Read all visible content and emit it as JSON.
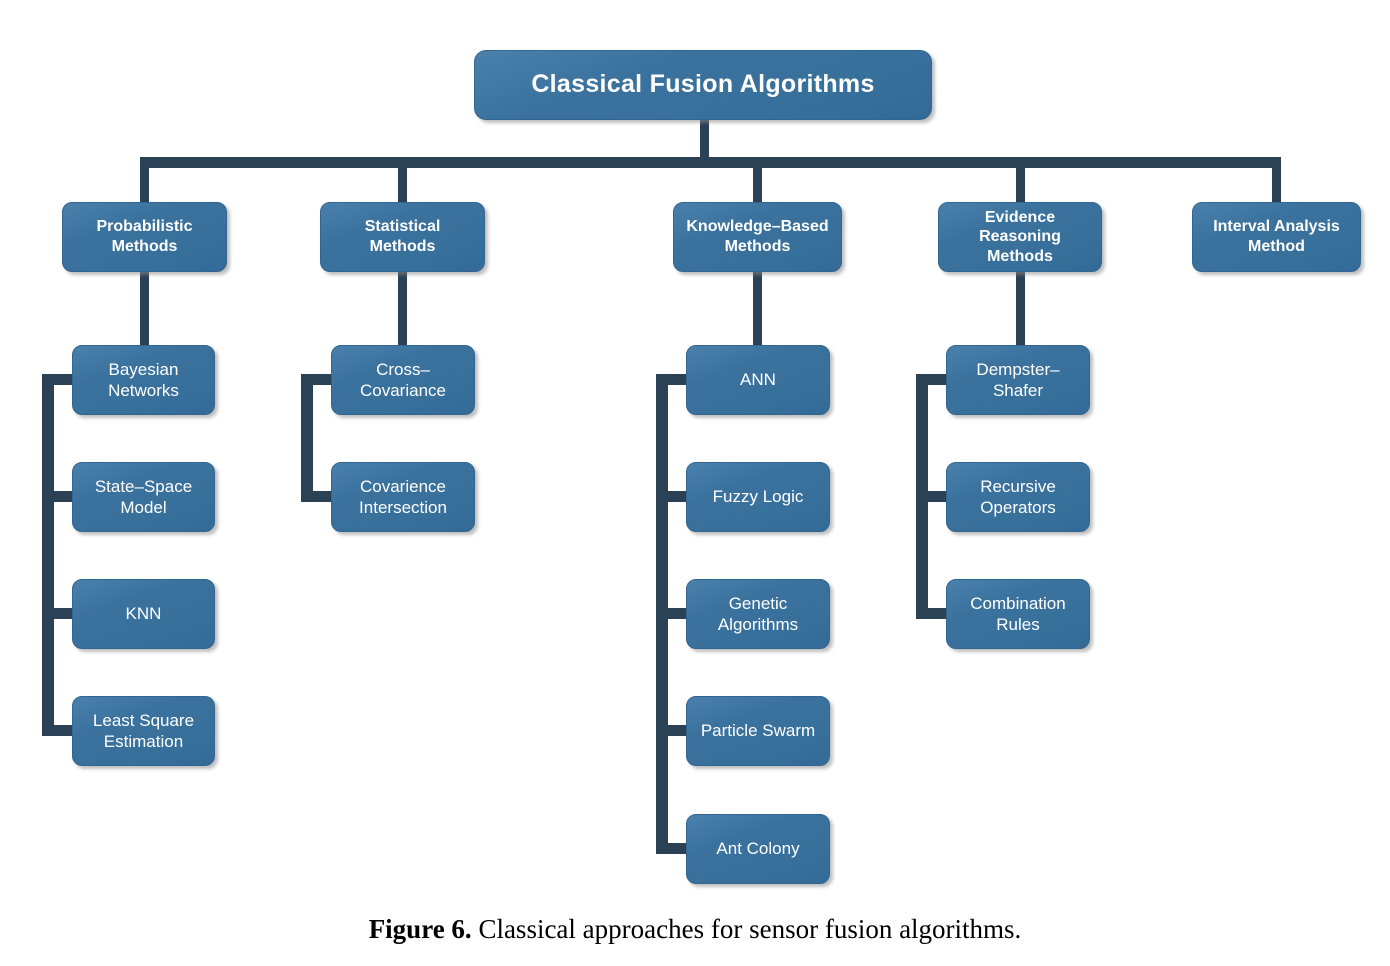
{
  "diagram": {
    "root": {
      "label": "Classical Fusion Algorithms"
    },
    "branches": [
      {
        "label": "Probabilistic\nMethods",
        "children": [
          "Bayesian\nNetworks",
          "State–Space\nModel",
          "KNN",
          "Least Square\nEstimation"
        ]
      },
      {
        "label": "Statistical\nMethods",
        "children": [
          "Cross–\nCovariance",
          "Covarience\nIntersection"
        ]
      },
      {
        "label": "Knowledge–Based\nMethods",
        "children": [
          "ANN",
          "Fuzzy Logic",
          "Genetic\nAlgorithms",
          "Particle Swarm",
          "Ant Colony"
        ]
      },
      {
        "label": "Evidence\nReasoning\nMethods",
        "children": [
          "Dempster–\nShafer",
          "Recursive\nOperators",
          "Combination\nRules"
        ]
      },
      {
        "label": "Interval Analysis\nMethod",
        "children": []
      }
    ],
    "colors": {
      "node_fill": "#38709C",
      "node_fill_highlight": "#4A81AC",
      "node_border": "#326690",
      "node_text": "#FFFFFF",
      "connector": "#2B4156",
      "background": "#FFFFFF"
    }
  },
  "caption": {
    "figure_label": "Figure 6.",
    "text": "Classical approaches for sensor fusion algorithms."
  }
}
